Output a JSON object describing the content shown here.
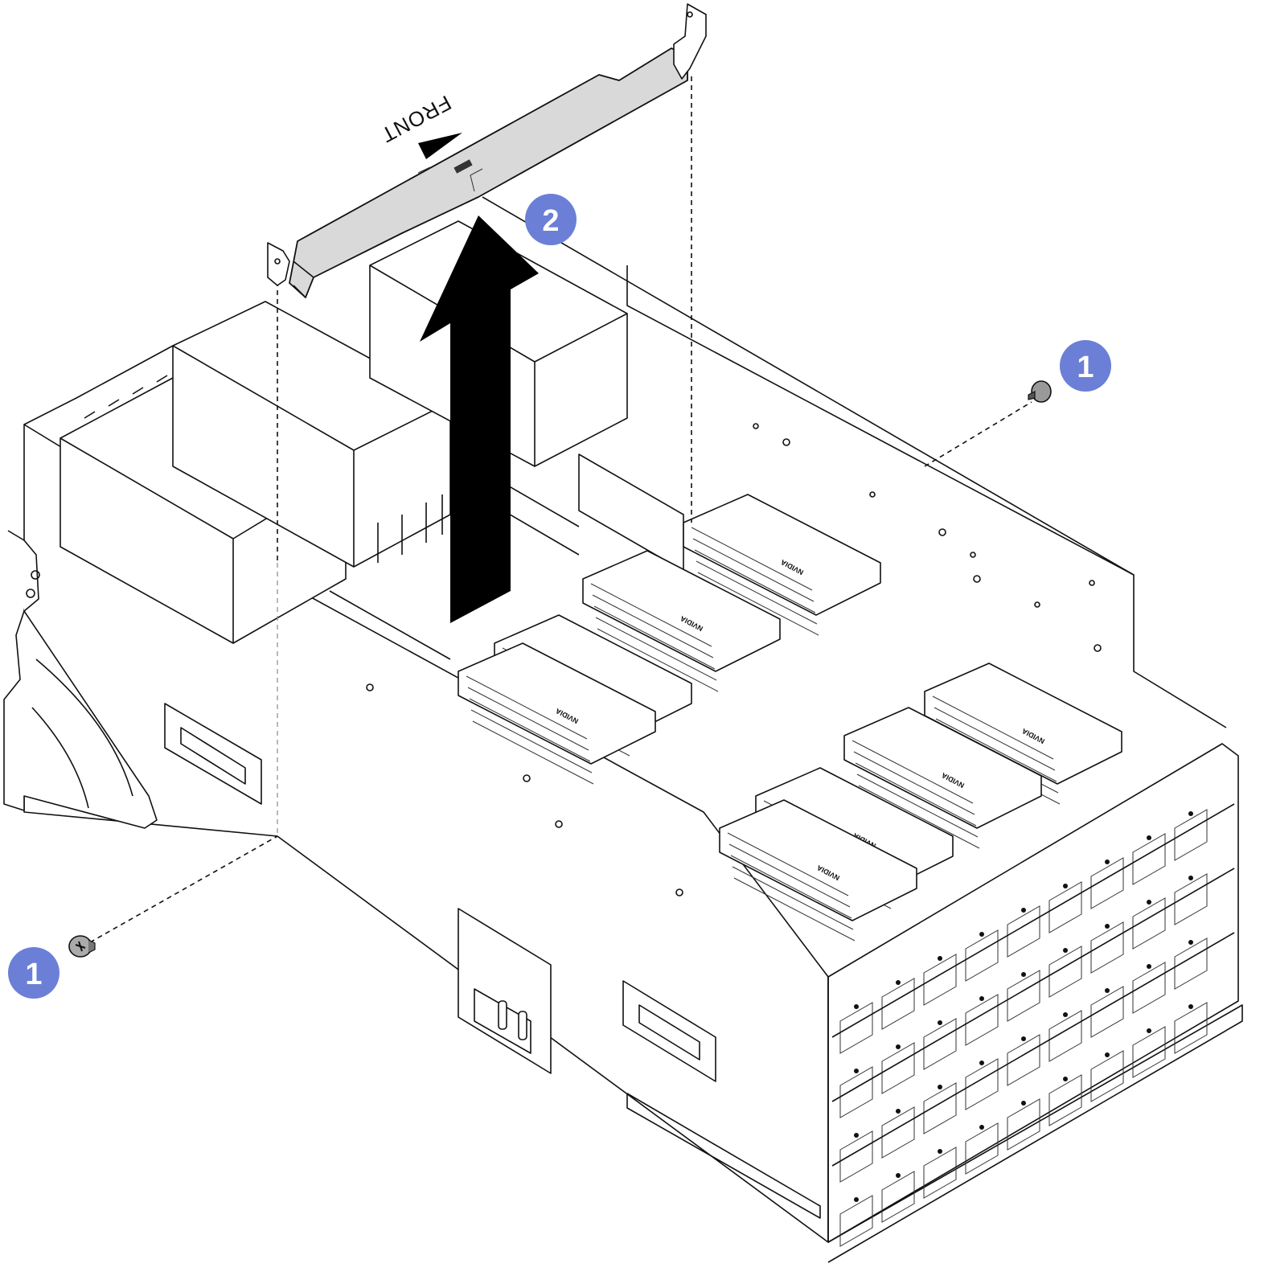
{
  "colors": {
    "callout_fill": "#6b7fd7",
    "bracket_fill": "#d9d9d9",
    "arrow_fill": "#000000",
    "line": "#111111"
  },
  "labels": {
    "front": "FRONT"
  },
  "callouts": [
    {
      "id": "1",
      "text": "1",
      "meaning": "remove screw"
    },
    {
      "id": "1",
      "text": "1",
      "meaning": "remove screw"
    },
    {
      "id": "2",
      "text": "2",
      "meaning": "lift bracket"
    }
  ],
  "gpu_modules": [
    {
      "label": "NVIDIA"
    },
    {
      "label": "NVIDIA"
    },
    {
      "label": "NVIDIA"
    },
    {
      "label": "NVIDIA"
    },
    {
      "label": "NVIDIA"
    },
    {
      "label": "NVIDIA"
    },
    {
      "label": "NVIDIA"
    },
    {
      "label": "NVIDIA"
    }
  ],
  "icons": [
    "screw-icon",
    "lift-arrow-icon",
    "front-direction-arrow-icon"
  ]
}
